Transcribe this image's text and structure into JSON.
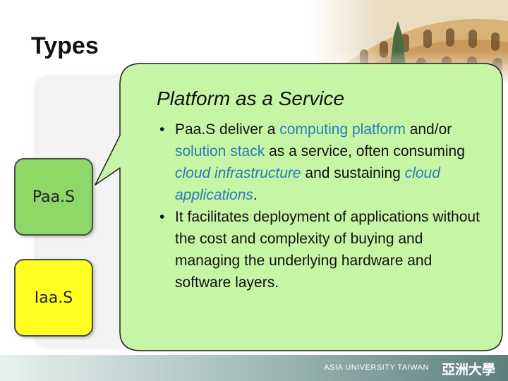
{
  "slide": {
    "title": "Types"
  },
  "stack_boxes": {
    "paas": {
      "label": "Paa.S",
      "color": "#8dd867"
    },
    "iaas": {
      "label": "Iaa.S",
      "color": "#ffff22"
    }
  },
  "callout": {
    "title": "Platform as a Service",
    "color": "#c7f5a6",
    "highlight_color": "#2a7bb8",
    "bullet_glyph": "•",
    "bullet1": {
      "part1": "Paa.S deliver a ",
      "link1": "computing platform",
      "part2": " and/or ",
      "link2": "solution stack",
      "part3": " as a service, often consuming ",
      "italic1": "cloud infrastructure",
      "part4": " and sustaining ",
      "italic2": "cloud applications",
      "part5": "."
    },
    "bullet2": "It facilitates deployment of applications without the cost and complexity of buying and managing the underlying hardware and software layers."
  },
  "footer": {
    "text": "ASIA UNIVERSITY TAIWAN",
    "logo_text": "亞洲大學"
  }
}
